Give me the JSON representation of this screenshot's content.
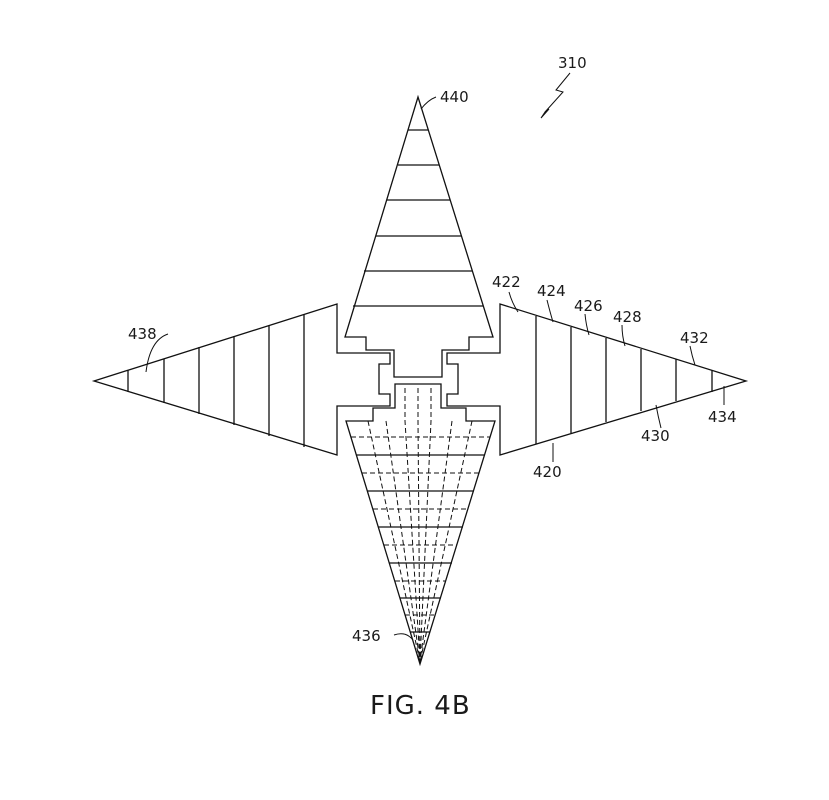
{
  "figure": {
    "caption": "FIG. 4B",
    "assembly_ref": "310",
    "labels": {
      "l420": "420",
      "l422": "422",
      "l424": "424",
      "l426": "426",
      "l428": "428",
      "l430": "430",
      "l432": "432",
      "l434": "434",
      "l436": "436",
      "l438": "438",
      "l440": "440"
    },
    "colors": {
      "line": "#111111",
      "background": "#ffffff"
    }
  }
}
